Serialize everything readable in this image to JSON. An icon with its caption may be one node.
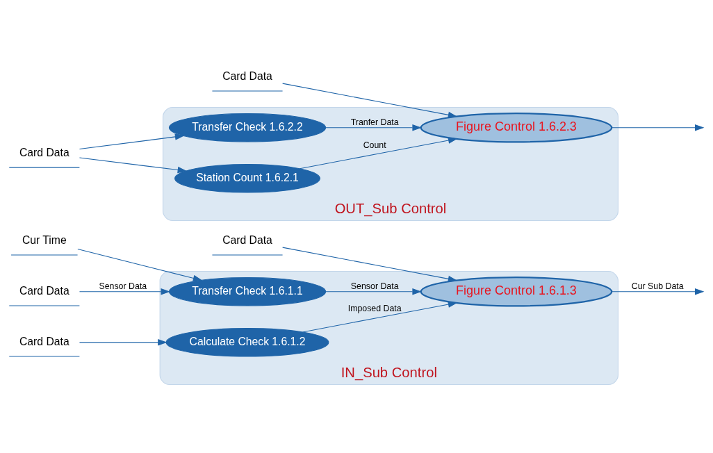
{
  "diagram": {
    "nodes": [
      {
        "text": [
          "IN_Sub Control"
        ]
      },
      {
        "text": [
          "Transfer Check 1.6.1.1"
        ],
        "in": 0
      },
      {
        "text": [
          "Calculate Check 1.6.1.2"
        ],
        "in": 0
      },
      {
        "text": [
          "Figure Control 1.6.1.3"
        ],
        "in": 0
      },
      {
        "text": [
          "OUT_Sub Control"
        ]
      },
      {
        "text": [
          "Station Count 1.6.2.1"
        ],
        "in": 4
      },
      {
        "text": [
          "Transfer Check 1.6.2.2"
        ],
        "in": 4
      },
      {
        "text": [
          "Figure Control 1.6.2.3"
        ],
        "in": 4
      },
      {
        "text": [
          "Card Data"
        ]
      },
      {
        "text": [
          "Card Data"
        ]
      },
      {
        "text": [
          "Cur Time"
        ]
      },
      {
        "text": [
          "Card Data"
        ]
      },
      {
        "text": [
          "Card Data"
        ]
      },
      {
        "text": [
          "Card Data"
        ]
      }
    ],
    "edges": [
      {
        "from": 8,
        "to": 1,
        "arrow": "to",
        "label": "Sensor Data"
      },
      {
        "from": 9,
        "to": 2,
        "arrow": "to"
      },
      {
        "from": 10,
        "to": 1,
        "arrow": "to"
      },
      {
        "from": 11,
        "to": 3,
        "arrow": "to"
      },
      {
        "from": 1,
        "to": 3,
        "arrow": "to",
        "label": "Sensor Data"
      },
      {
        "from": 2,
        "to": 3,
        "arrow": "to",
        "label": "Imposed Data"
      },
      {
        "from": 12,
        "to": 7,
        "arrow": "to"
      },
      {
        "from": 13,
        "to": 5,
        "arrow": "to"
      },
      {
        "from": 13,
        "to": 6,
        "arrow": "to"
      },
      {
        "from": 5,
        "to": 7,
        "arrow": "to",
        "label": "Count"
      },
      {
        "from": 6,
        "to": 7,
        "arrow": "to",
        "label": "Tranfer Data"
      },
      {
        "from": 3,
        "to": null,
        "arrow": "to",
        "label": "Cur Sub Data"
      },
      {
        "from": 7,
        "to": null,
        "arrow": "to"
      }
    ]
  }
}
